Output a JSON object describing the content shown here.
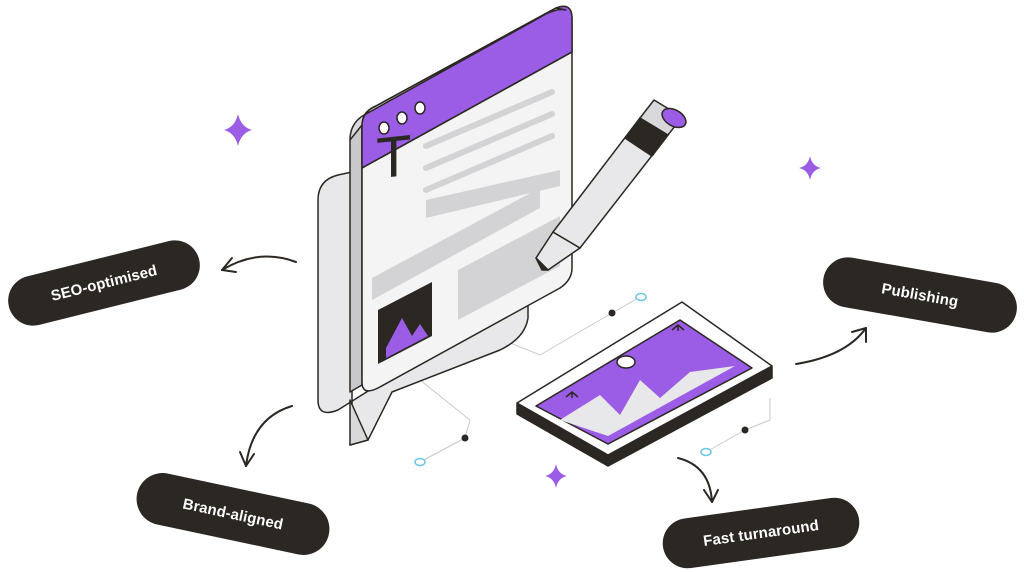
{
  "labels": {
    "seo": "SEO-optimised",
    "brand": "Brand-aligned",
    "publishing": "Publishing",
    "fast": "Fast turnaround"
  },
  "document": {
    "heading_letter": "T"
  },
  "colors": {
    "accent": "#9b5de5",
    "dark": "#2b2722",
    "panel": "#e8e8ea",
    "panel_line": "#d3d3d6",
    "outline": "#2b2722",
    "connector_dot": "#6cc6e6"
  },
  "icons": [
    "sparkle-icon",
    "pen-icon",
    "image-placeholder-icon",
    "curved-arrow-icon"
  ]
}
